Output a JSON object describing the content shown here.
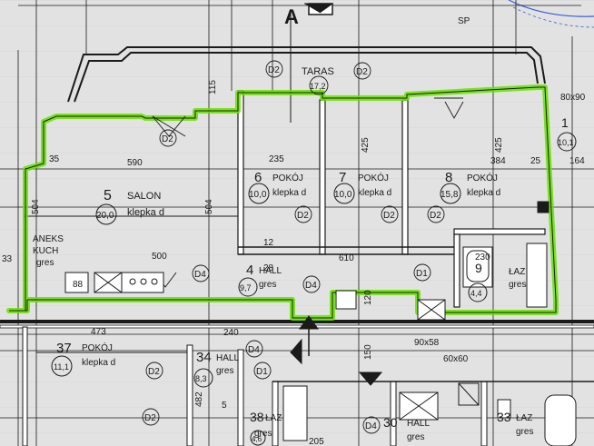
{
  "colors": {
    "paper": "#e2e2e2",
    "ink": "#1a1a1a",
    "highlight": "#66e000",
    "blue_line": "#3b5bd8"
  },
  "top": {
    "north_label": "A",
    "terrace_label": "TARAS",
    "terrace_area": "17,2",
    "sp_label": "SP"
  },
  "rooms": [
    {
      "number": "5",
      "name": "SALON",
      "area": "20,0",
      "floor": "klepka d"
    },
    {
      "number": "6",
      "name": "POKÓJ",
      "area": "10,0",
      "floor": "klepka d"
    },
    {
      "number": "7",
      "name": "POKÓJ",
      "area": "10,0",
      "floor": "klepka d"
    },
    {
      "number": "8",
      "name": "POKÓJ",
      "area": "15,8",
      "floor": "klepka d"
    },
    {
      "number": "4",
      "name": "HALL",
      "area": "9,7",
      "floor": "gres"
    },
    {
      "number": "9",
      "name": "ŁAZ",
      "area": "4,4",
      "floor": "gres"
    },
    {
      "number": "1",
      "name": "",
      "area": "10,1",
      "floor": ""
    },
    {
      "number": "37",
      "name": "POKÓJ",
      "area": "11,1",
      "floor": "klepka d"
    },
    {
      "number": "34",
      "name": "HALL",
      "area": "8,3",
      "floor": "gres"
    },
    {
      "number": "38",
      "name": "ŁAZ",
      "area": "4,6",
      "floor": "gres"
    },
    {
      "number": "30",
      "name": "HALL",
      "area": "",
      "floor": "gres"
    },
    {
      "number": "33",
      "name": "ŁAZ",
      "area": "",
      "floor": "gres"
    }
  ],
  "kitchen": {
    "line1": "ANEKS",
    "line2": "KUCH",
    "line3": "gres"
  },
  "door_tags": {
    "d2": "D2",
    "d1": "D1",
    "d4": "D4"
  },
  "dimensions": {
    "d590": "590",
    "d504": "504",
    "d235": "235",
    "d425": "425",
    "d384": "384",
    "d164": "164",
    "d500": "500",
    "d610": "610",
    "d230": "230",
    "d473": "473",
    "d240": "240",
    "d120": "120",
    "d150": "150",
    "d482": "482",
    "d115": "115",
    "d35": "35",
    "d25": "25",
    "d12": "12",
    "d88": "88",
    "d33": "33",
    "d80x90": "80x90",
    "d90x58": "90x58",
    "d60x60": "60x60",
    "d205": "205",
    "d28": "28",
    "d5": "5"
  }
}
